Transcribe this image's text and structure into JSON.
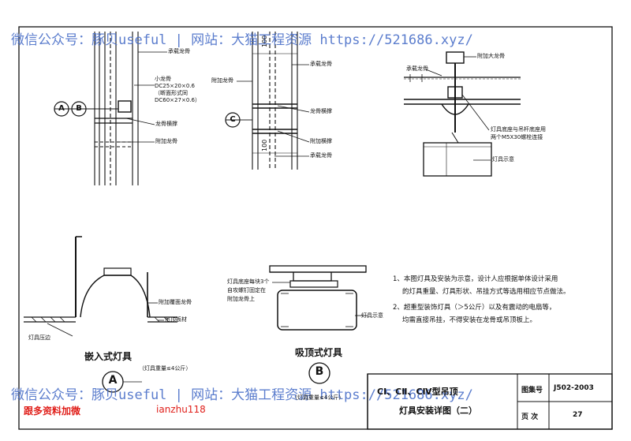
{
  "watermark": {
    "line_top": "微信公众号：豚贝useful | 网站：大猫工程资源 https://521686.xyz/",
    "line_bottom": "微信公众号：豚贝useful | 网站：大猫工程资源 https://521686.xyz/"
  },
  "contact": {
    "left": "跟多资料加微",
    "right": "ianzhu118"
  },
  "section_marks": {
    "a": "A",
    "b": "B",
    "c": "C"
  },
  "callouts": {
    "main_keel_1": "承载龙骨",
    "small_keel": "小龙骨",
    "spec_1": "DC25×20×0.6",
    "spec_note": "（断面形式同",
    "spec_2": "DC60×27×0.6）",
    "keel_hanger": "龙骨横撑",
    "added_keel_1": "附加龙骨",
    "added_keel_2": "附加龙骨",
    "main_keel_2": "承载龙骨",
    "keel_hanger_2": "龙骨横撑",
    "added_hanger": "附加横撑",
    "main_keel_3": "承载龙骨",
    "added_main_keel": "附加大龙骨",
    "main_keel_4": "承载龙骨",
    "fixing_1": "灯具底座与吊杆底座用",
    "fixing_2": "两个M5X30螺栓连接",
    "lamp_box_1": "灯具示意",
    "added_keel_3": "附加覆面龙骨",
    "hanger_plate": "吊顶板材",
    "lamp_edge": "灯具压边",
    "base_note_1": "灯具底座每块3个",
    "base_note_2": "自攻螺钉固定在",
    "base_note_3": "附加龙骨上",
    "lamp_box_2": "灯具示意"
  },
  "dims": {
    "d1": "100",
    "d2": "100"
  },
  "captions": {
    "embedded": "嵌入式灯具",
    "ceiling_mount": "吸顶式灯具",
    "weight_a": "（灯具重量≤4公斤）",
    "weight_b": "（灯具重量≤4公斤）"
  },
  "notes": [
    "1、本图灯具及安装为示意，设计人应根据单体设计采用",
    "的灯具重量、灯具形状、吊挂方式等选用相应节点做法。",
    "2、超重型装饰灯具（＞5公斤）以及有震动的电扇等，",
    "均需直接吊挂，不得安装在龙骨或吊顶板上。"
  ],
  "title_block": {
    "title_1": "CⅠ、CⅡ、CⅣ型吊顶",
    "title_2": "灯具安装详图（二）",
    "drawing_no_label": "图集号",
    "drawing_no": "J502-2003",
    "page_label": "页  次",
    "page_no": "27"
  }
}
